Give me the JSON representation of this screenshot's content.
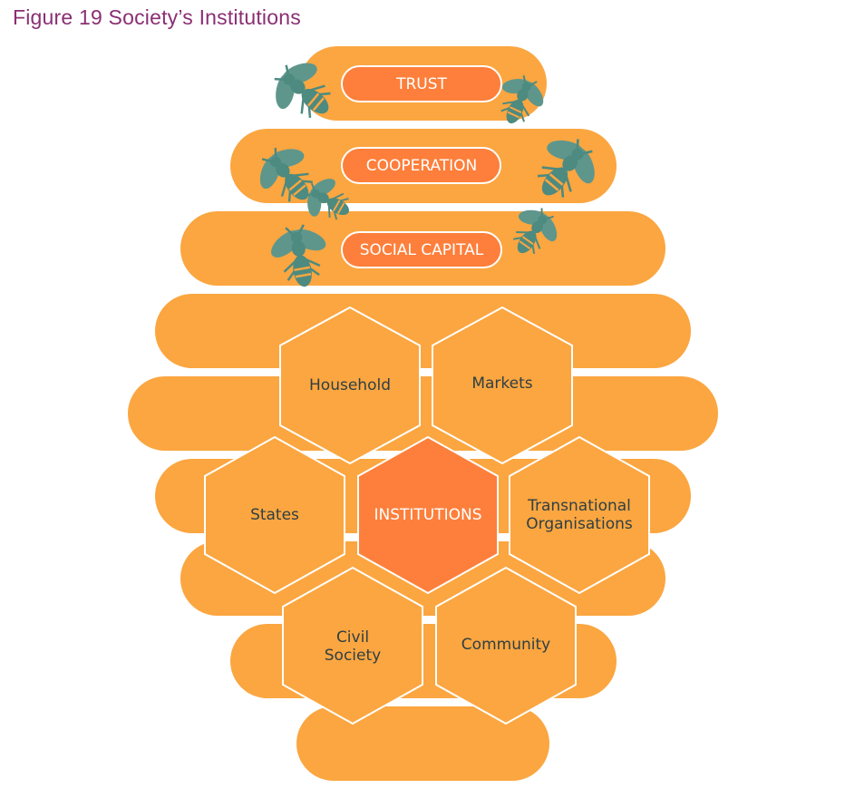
{
  "title": "Figure 19 Society’s Institutions",
  "colors": {
    "title": "#8a2f73",
    "honeycomb": "#fba640",
    "accent": "#fd7f3b",
    "bee": "#4d8a80",
    "hex_text": "#2f3f44"
  },
  "layers": {
    "trust": "TRUST",
    "cooperation": "COOPERATION",
    "social_capital": "SOCIAL CAPITAL"
  },
  "cells": {
    "household": "Household",
    "markets": "Markets",
    "states": "States",
    "institutions": "INSTITUTIONS",
    "transnational_1": "Transnational",
    "transnational_2": "Organisations",
    "civil_1": "Civil",
    "civil_2": "Society",
    "community": "Community"
  },
  "icons": {
    "bees": "bee-icon"
  }
}
